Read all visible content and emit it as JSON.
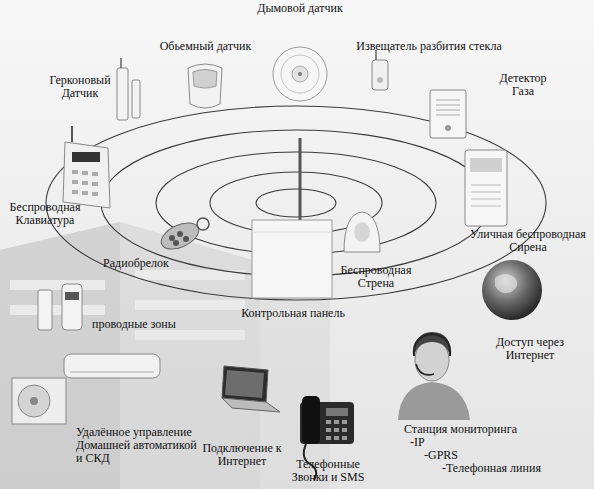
{
  "diagram": {
    "nodes": [
      {
        "text": [
          "Дымовой датчик"
        ]
      },
      {
        "text": [
          "Обьемный датчик"
        ]
      },
      {
        "text": [
          "Извещатель разбития стекла"
        ]
      },
      {
        "text": [
          "Герконовый Датчик"
        ]
      },
      {
        "text": [
          "Детектор Газа"
        ]
      },
      {
        "text": [
          "Беспроводная Клавиатура"
        ]
      },
      {
        "text": [
          "Радиобрелок"
        ]
      },
      {
        "text": [
          "Контрольная панель"
        ]
      },
      {
        "text": [
          "Беспроводная Стрена"
        ]
      },
      {
        "text": [
          "Уличная беспроводная Сирена"
        ]
      },
      {
        "text": [
          "проводные зоны"
        ]
      },
      {
        "text": [
          "Доступ через Интернет"
        ]
      },
      {
        "text": [
          "Удалённое управление Домашней автоматикой и СКД"
        ]
      },
      {
        "text": [
          "Подключение к Интернет"
        ]
      },
      {
        "text": [
          "Телефонные Звонки и SMS"
        ]
      },
      {
        "text": [
          "Станция мониторинга",
          "-IP",
          "-GPRS",
          "-Телефонная линия"
        ]
      }
    ]
  }
}
